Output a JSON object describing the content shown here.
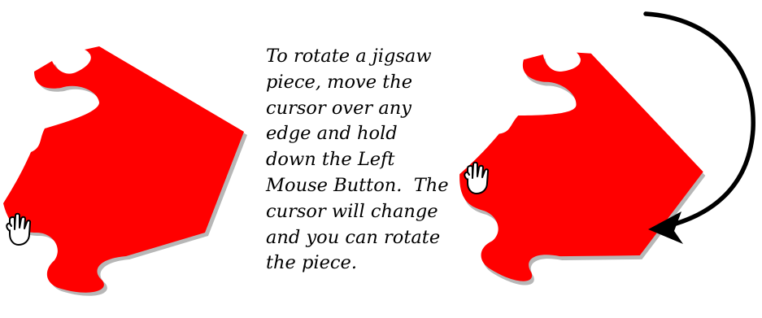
{
  "colors": {
    "piece": "#ff0000",
    "piece_shadow": "#b7b7b7",
    "text": "#000000",
    "arrow": "#000000",
    "background": "#ffffff"
  },
  "icons": {
    "left_piece": "jigsaw-piece",
    "right_piece": "jigsaw-piece",
    "left_cursor": "hand-cursor-icon",
    "right_cursor": "hand-cursor-icon",
    "rotation_arrow": "curved-arrow-icon"
  },
  "instructions": {
    "lines": [
      "To rotate a jigsaw",
      "piece, move the",
      "cursor over any",
      "edge and hold",
      "down the Left",
      "Mouse Button.  The",
      "cursor will change",
      "and you can rotate",
      "the piece."
    ]
  }
}
